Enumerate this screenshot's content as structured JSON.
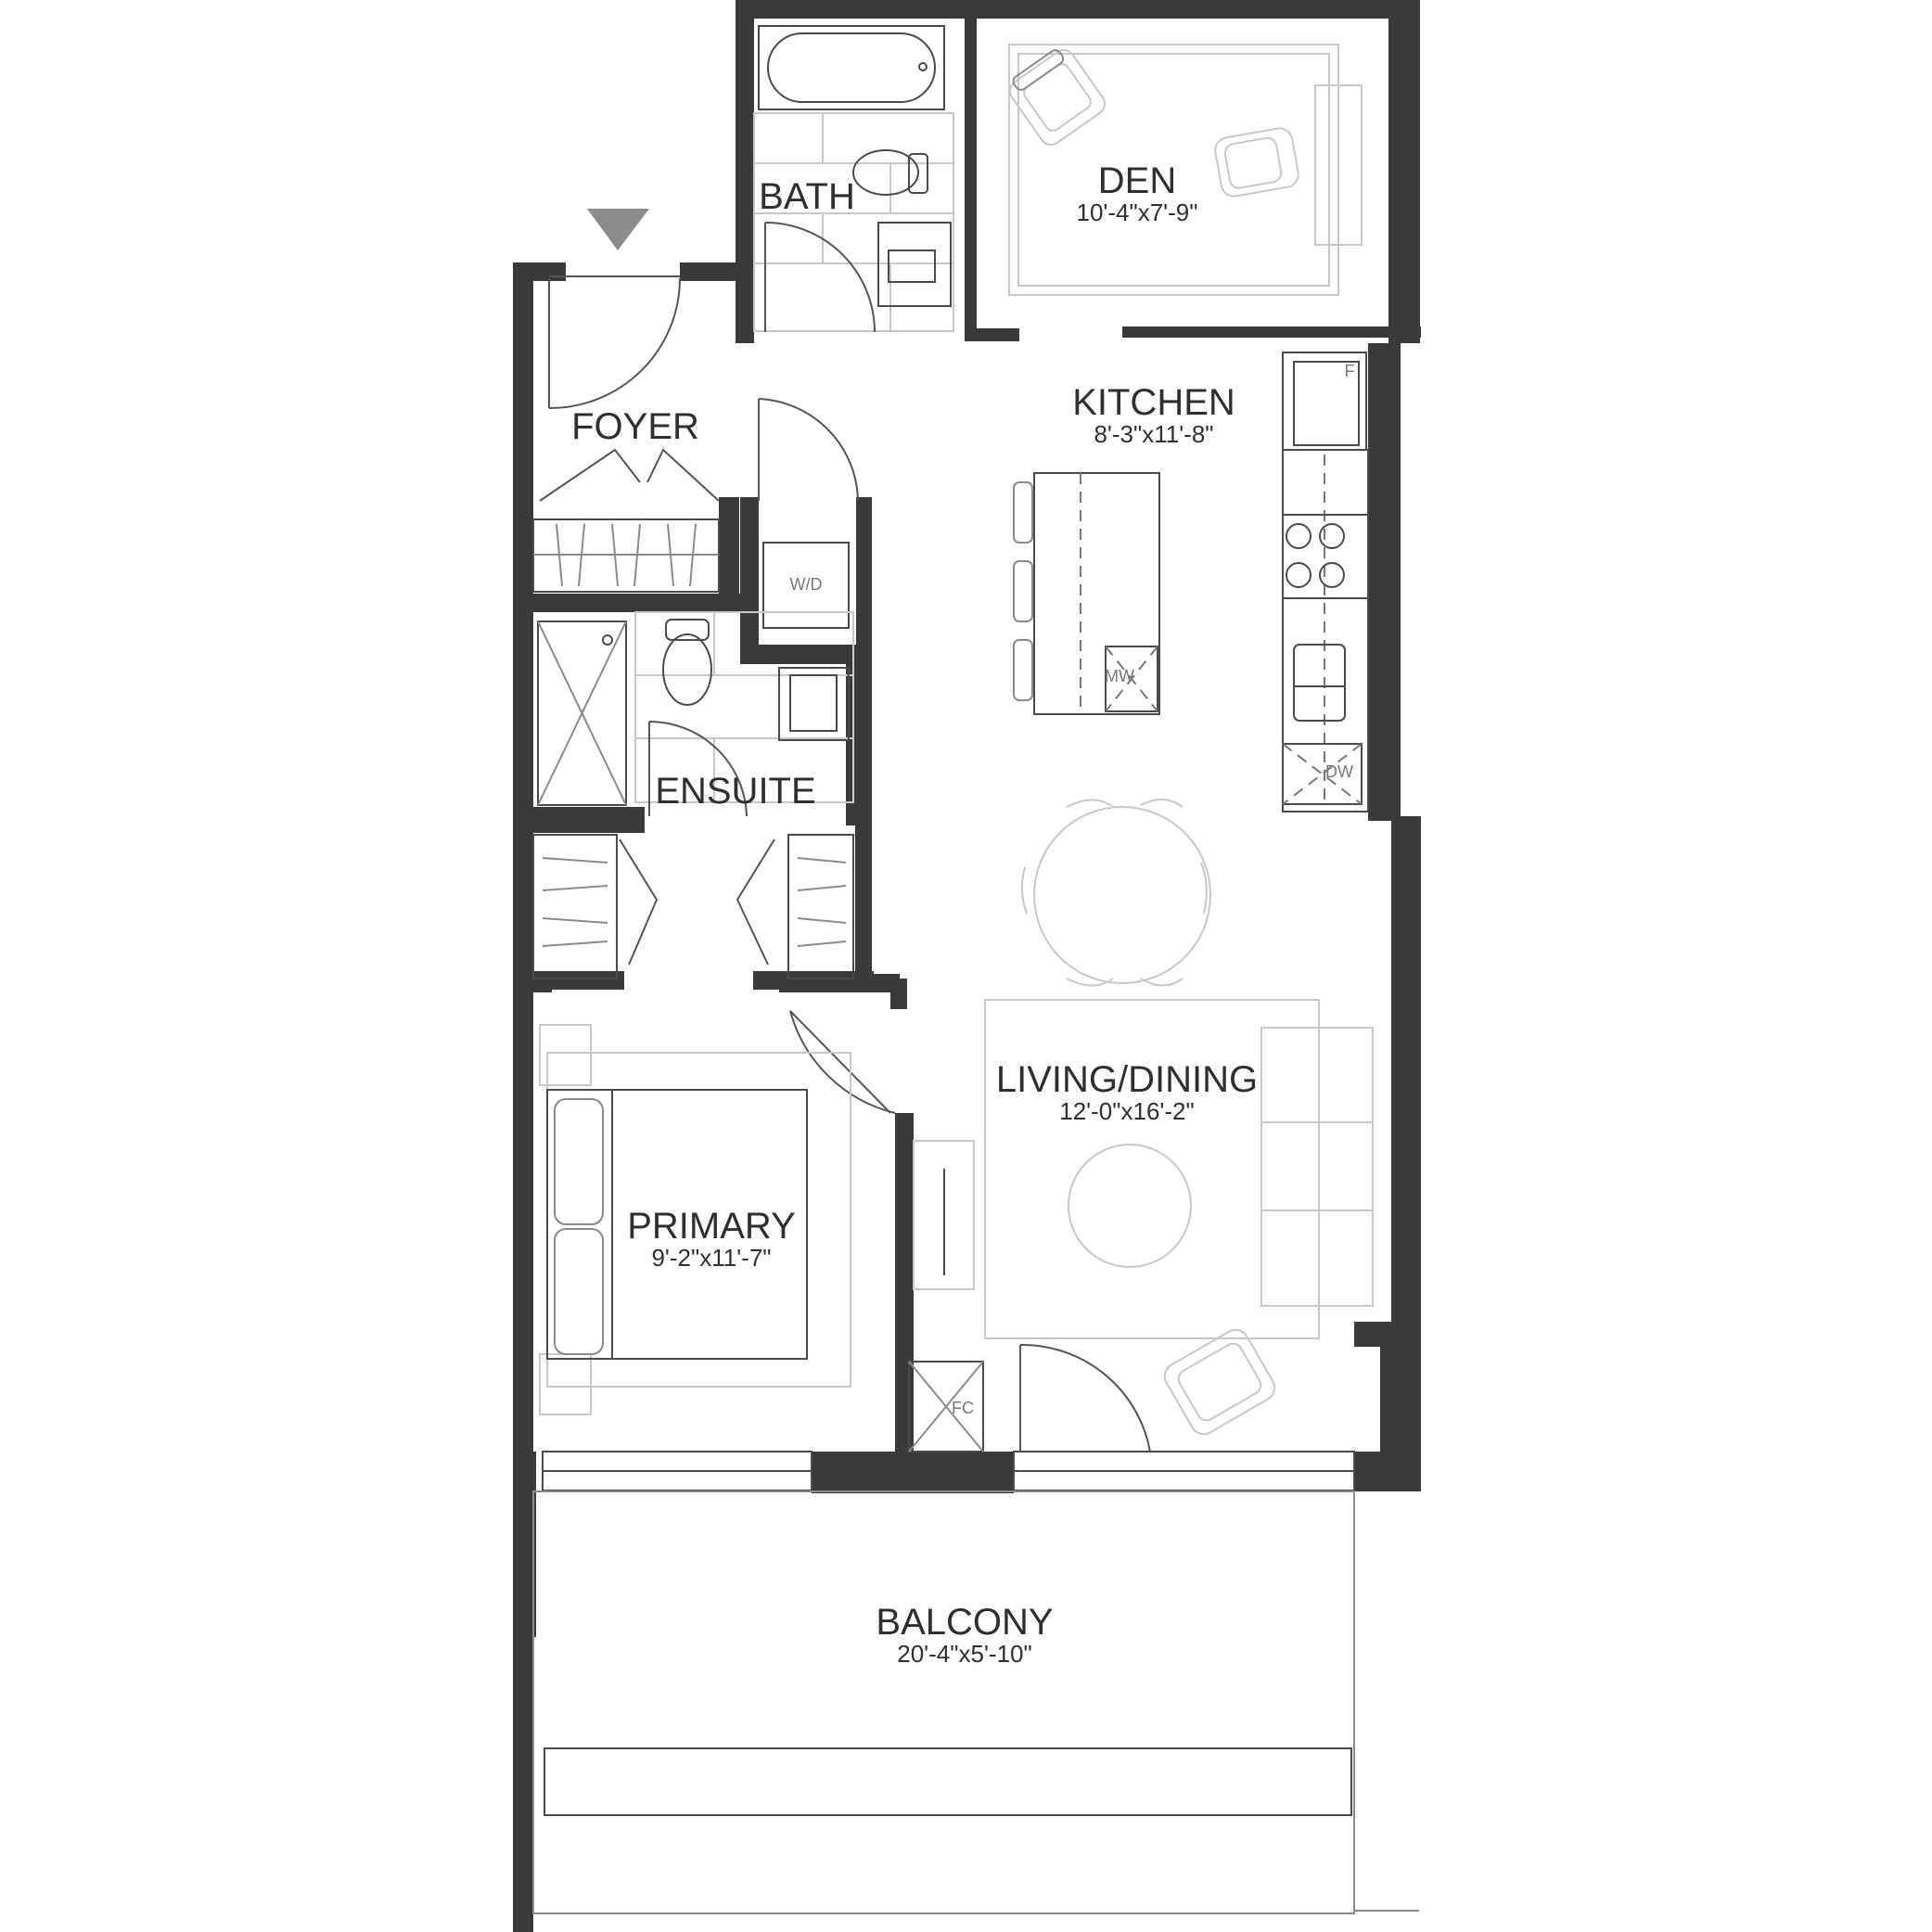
{
  "rooms": {
    "den": {
      "name": "DEN",
      "dim": "10'-4\"x7'-9\""
    },
    "bath": {
      "name": "BATH"
    },
    "foyer": {
      "name": "FOYER"
    },
    "kitchen": {
      "name": "KITCHEN",
      "dim": "8'-3\"x11'-8\""
    },
    "ensuite": {
      "name": "ENSUITE"
    },
    "living": {
      "name": "LIVING/DINING",
      "dim": "12'-0\"x16'-2\""
    },
    "primary": {
      "name": "PRIMARY",
      "dim": "9'-2\"x11'-7\""
    },
    "balcony": {
      "name": "BALCONY",
      "dim": "20'-4\"x5'-10\""
    }
  },
  "fixtures": {
    "washer_dryer": "W/D",
    "microwave": "MW",
    "fridge": "F",
    "dishwasher": "DW",
    "fan_coil": "FC"
  },
  "colors": {
    "wall": "#3a3a3c",
    "entry_marker": "#8c8c8c"
  },
  "icons": {
    "entry": "entry-arrow-icon"
  }
}
